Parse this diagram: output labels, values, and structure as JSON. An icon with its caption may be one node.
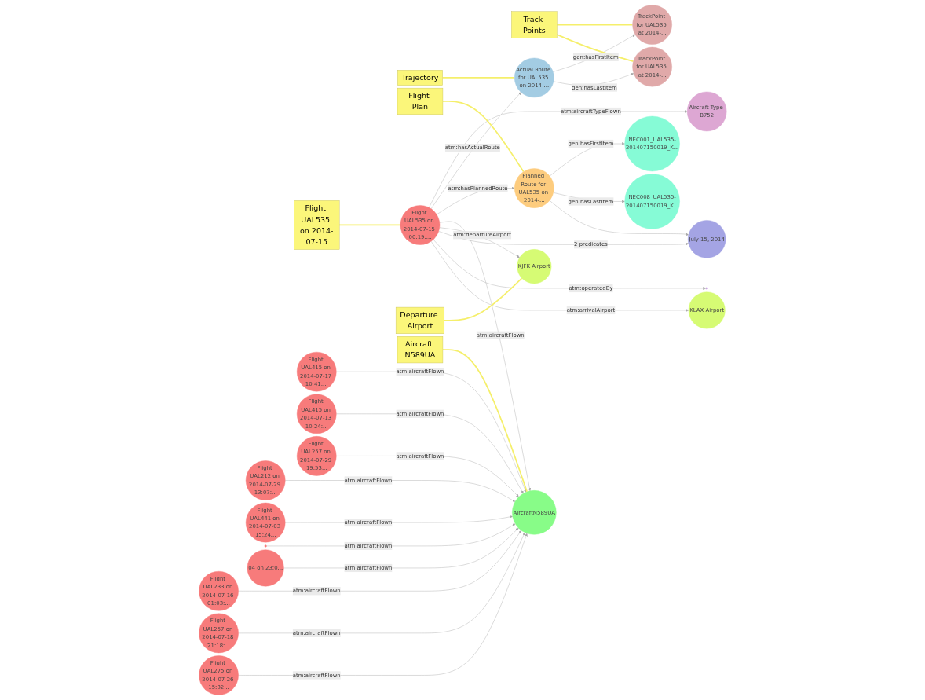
{
  "diagram": {
    "nodes": [
      {
        "text": [
          "Flight UAL535 on 2014-07-15"
        ]
      },
      {
        "text": [
          "TrackPoint for UAL535 at 2014-..."
        ]
      },
      {
        "text": [
          "TrackPoint for UAL535 at 2014-..."
        ]
      },
      {
        "text": [
          "Track Points"
        ]
      },
      {
        "text": [
          "Trajectory"
        ]
      },
      {
        "text": [
          "Aircraft Type B752"
        ]
      },
      {
        "text": [
          "Actual Route for UAL535 on 2014-..."
        ]
      },
      {
        "text": [
          "Flight Plan"
        ]
      },
      {
        "text": [
          "Flight UAL233 on 2014-07-16 01:03:..."
        ]
      },
      {
        "text": [
          "Flight UAL257 on 2014-07-18 21:18:..."
        ]
      },
      {
        "text": [
          "Flight UAL212 on 2014-07-29 13:07:..."
        ]
      },
      {
        "text": [
          "NEC001_UAL535-201407150019_K..."
        ]
      },
      {
        "text": [
          "Planned Route for UAL535 on 2014-..."
        ]
      },
      {
        "text": [
          "Flight UAL441 on 2014-07-03 15:24..."
        ]
      },
      {
        "text": [
          "Flight UAL535 on 2014-07-15 00:19:..."
        ]
      },
      {
        "text": [
          "Flight UAL415 on 2014-07-17 10:41:..."
        ]
      },
      {
        "text": [
          "AircraftN589UA"
        ]
      },
      {
        "text": [
          "KJFK Airport"
        ]
      },
      {
        "text": [
          "Flight UAL415 on 2014-07-13 10:24:..."
        ]
      },
      {
        "text": [
          "NEC008_UAL535-201407150019_K..."
        ]
      },
      {
        "text": [
          "July 15, 2014"
        ]
      },
      {
        "text": [],
        "shape": "circle"
      },
      {
        "text": [],
        "shape": "circle"
      },
      {
        "text": [
          "KLAX Airport"
        ]
      },
      {
        "text": [
          "Departure Airport"
        ]
      },
      {
        "text": [
          "Aircraft N589UA"
        ]
      },
      {
        "text": [
          "04 on 23:0..."
        ]
      },
      {
        "text": [
          "Flight UAL257 on 2014-07-29 19:53..."
        ]
      },
      {
        "text": [
          "Flight UAL275 on 2014-07-26 15:32..."
        ]
      }
    ],
    "edges": [
      {
        "from": 6,
        "to": 1,
        "arrow": "to",
        "label": "gen:hasFirstItem"
      },
      {
        "from": 6,
        "to": 2,
        "arrow": "to",
        "label": "gen:hasLastItem"
      },
      {
        "from": 14,
        "to": 5,
        "arrow": "to",
        "label": "atm:aircraftTypeFlown"
      },
      {
        "from": 14,
        "to": 6,
        "arrow": "to",
        "label": "atm:hasActualRoute"
      },
      {
        "from": 14,
        "to": 12,
        "arrow": "to",
        "label": "atm:hasPlannedRoute"
      },
      {
        "from": 12,
        "to": 11,
        "arrow": "to",
        "label": "gen:hasFirstItem"
      },
      {
        "from": 12,
        "to": 19,
        "arrow": "to",
        "label": "gen:hasLastItem"
      },
      {
        "from": 14,
        "to": 16,
        "arrow": "to",
        "label": "atm:aircraftFlown"
      },
      {
        "from": 14,
        "to": 17,
        "arrow": "to",
        "label": "atm:departureAirport"
      },
      {
        "from": 14,
        "to": 20,
        "arrow": "to",
        "label": "2 predicates"
      },
      {
        "from": 12,
        "to": 20,
        "arrow": "to"
      },
      {
        "from": 14,
        "to": 22,
        "arrow": "to",
        "label": "atm:operatedBy"
      },
      {
        "from": 14,
        "to": 23,
        "arrow": "to",
        "label": "atm:arrivalAirport"
      },
      {
        "from": 8,
        "to": 16,
        "arrow": "to",
        "label": "atm:aircraftFlown"
      },
      {
        "from": 9,
        "to": 16,
        "arrow": "to",
        "label": "atm:aircraftFlown"
      },
      {
        "from": 10,
        "to": 16,
        "arrow": "to",
        "label": "atm:aircraftFlown"
      },
      {
        "from": 13,
        "to": 16,
        "arrow": "to",
        "label": "atm:aircraftFlown"
      },
      {
        "from": 15,
        "to": 16,
        "arrow": "to",
        "label": "atm:aircraftFlown"
      },
      {
        "from": 18,
        "to": 16,
        "arrow": "to",
        "label": "atm:aircraftFlown"
      },
      {
        "from": 21,
        "to": 16,
        "arrow": "to",
        "label": "atm:aircraftFlown"
      },
      {
        "from": 26,
        "to": 16,
        "arrow": "to",
        "label": "atm:aircraftFlown"
      },
      {
        "from": 28,
        "to": 16,
        "arrow": "to",
        "label": "atm:aircraftFlown"
      },
      {
        "from": 27,
        "to": 16,
        "arrow": "to",
        "label": "atm:aircraftFlown"
      },
      {
        "from": 0,
        "to": 14,
        "arrow": "none",
        "color": "#f5ef6b"
      },
      {
        "from": 3,
        "to": 1,
        "arrow": "none",
        "color": "#f5ef6b"
      },
      {
        "from": 3,
        "to": 2,
        "arrow": "none",
        "color": "#f5ef6b"
      },
      {
        "from": 4,
        "to": 6,
        "arrow": "none",
        "color": "#f5ef6b"
      },
      {
        "from": 7,
        "to": 12,
        "arrow": "none",
        "color": "#f5ef6b"
      },
      {
        "from": 24,
        "to": 17,
        "arrow": "none",
        "color": "#f5ef6b"
      },
      {
        "from": 25,
        "to": 16,
        "arrow": "none",
        "color": "#f5ef6b"
      }
    ]
  }
}
